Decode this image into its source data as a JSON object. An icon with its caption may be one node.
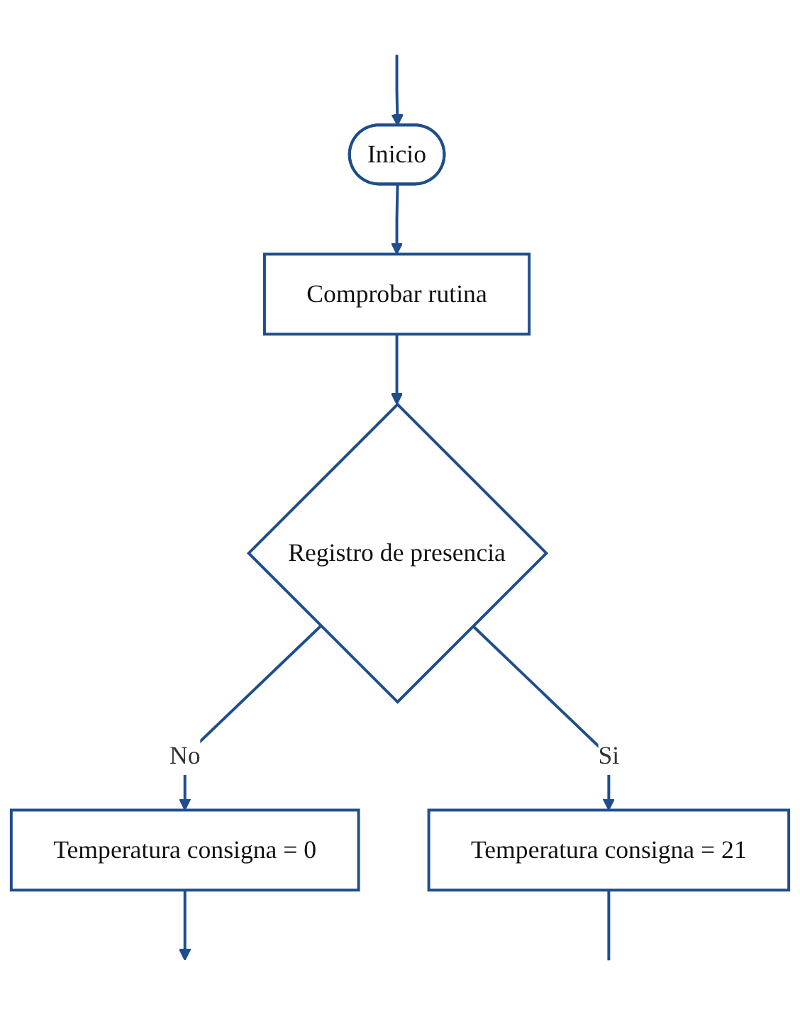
{
  "diagram": {
    "nodes": [
      {
        "text": [
          "Inicio"
        ]
      },
      {
        "text": [
          "Comprobar rutina"
        ]
      },
      {
        "text": [
          "Registro de presencia"
        ]
      },
      {
        "text": [
          "Temperatura consigna = 0"
        ]
      },
      {
        "text": [
          "Temperatura consigna = 21"
        ]
      }
    ],
    "edges": [
      {
        "from": null,
        "to": 0,
        "arrow": "to"
      },
      {
        "from": 0,
        "to": 1,
        "arrow": "to"
      },
      {
        "from": 1,
        "to": 2,
        "arrow": "to"
      },
      {
        "from": 2,
        "to": 3,
        "label": "No",
        "arrow": "to"
      },
      {
        "from": 3,
        "to": null,
        "arrow": "to"
      },
      {
        "from": 2,
        "to": 4,
        "label": "Si",
        "arrow": "to"
      },
      {
        "from": 4,
        "to": null,
        "arrow": "none"
      }
    ]
  }
}
